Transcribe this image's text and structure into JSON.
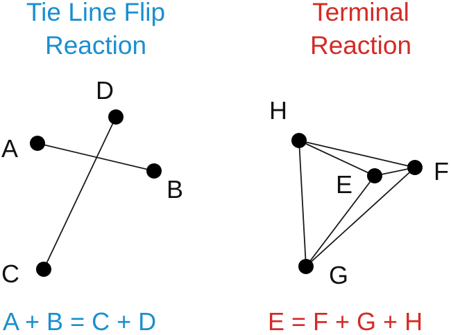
{
  "colors": {
    "tie_line_flip": "#1a8fd0",
    "terminal": "#d42a26",
    "ink": "#000000"
  },
  "panels": [
    {
      "id": "tie-line-flip",
      "title_lines": [
        "Tie Line Flip",
        "Reaction"
      ],
      "equation": "A + B = C + D",
      "points": [
        "A",
        "B",
        "C",
        "D"
      ],
      "tie_lines": [
        [
          "A",
          "B"
        ],
        [
          "C",
          "D"
        ]
      ]
    },
    {
      "id": "terminal",
      "title_lines": [
        "Terminal",
        "Reaction"
      ],
      "equation": "E = F + G + H",
      "points": [
        "H",
        "F",
        "E",
        "G"
      ],
      "tie_lines": [
        [
          "H",
          "F"
        ],
        [
          "H",
          "E"
        ],
        [
          "E",
          "F"
        ],
        [
          "H",
          "G"
        ],
        [
          "E",
          "G"
        ],
        [
          "F",
          "G"
        ]
      ]
    }
  ]
}
